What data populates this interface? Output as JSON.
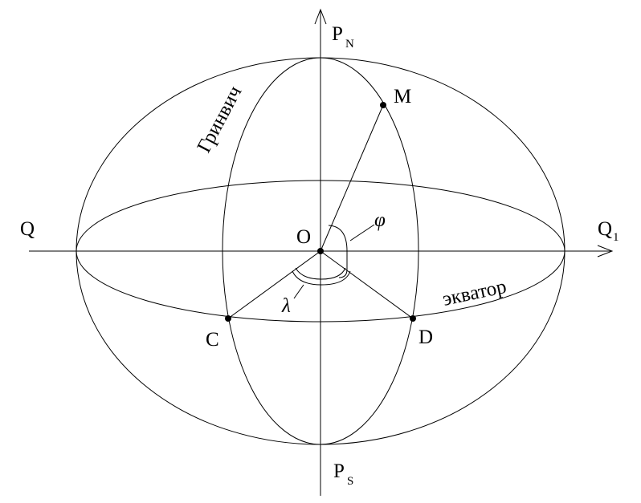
{
  "labels": {
    "north_pole": "P",
    "north_pole_sub": "N",
    "south_pole": "P",
    "south_pole_sub": "S",
    "left_axis": "Q",
    "right_axis": "Q",
    "right_axis_sub": "1",
    "origin": "O",
    "point_m": "M",
    "point_c": "C",
    "point_d": "D",
    "latitude_angle": "φ",
    "longitude_angle": "λ"
  },
  "curves": {
    "meridian": "Гринвич",
    "equator": "экватор"
  },
  "colors": {
    "ink": "#000000",
    "background": "#ffffff"
  }
}
